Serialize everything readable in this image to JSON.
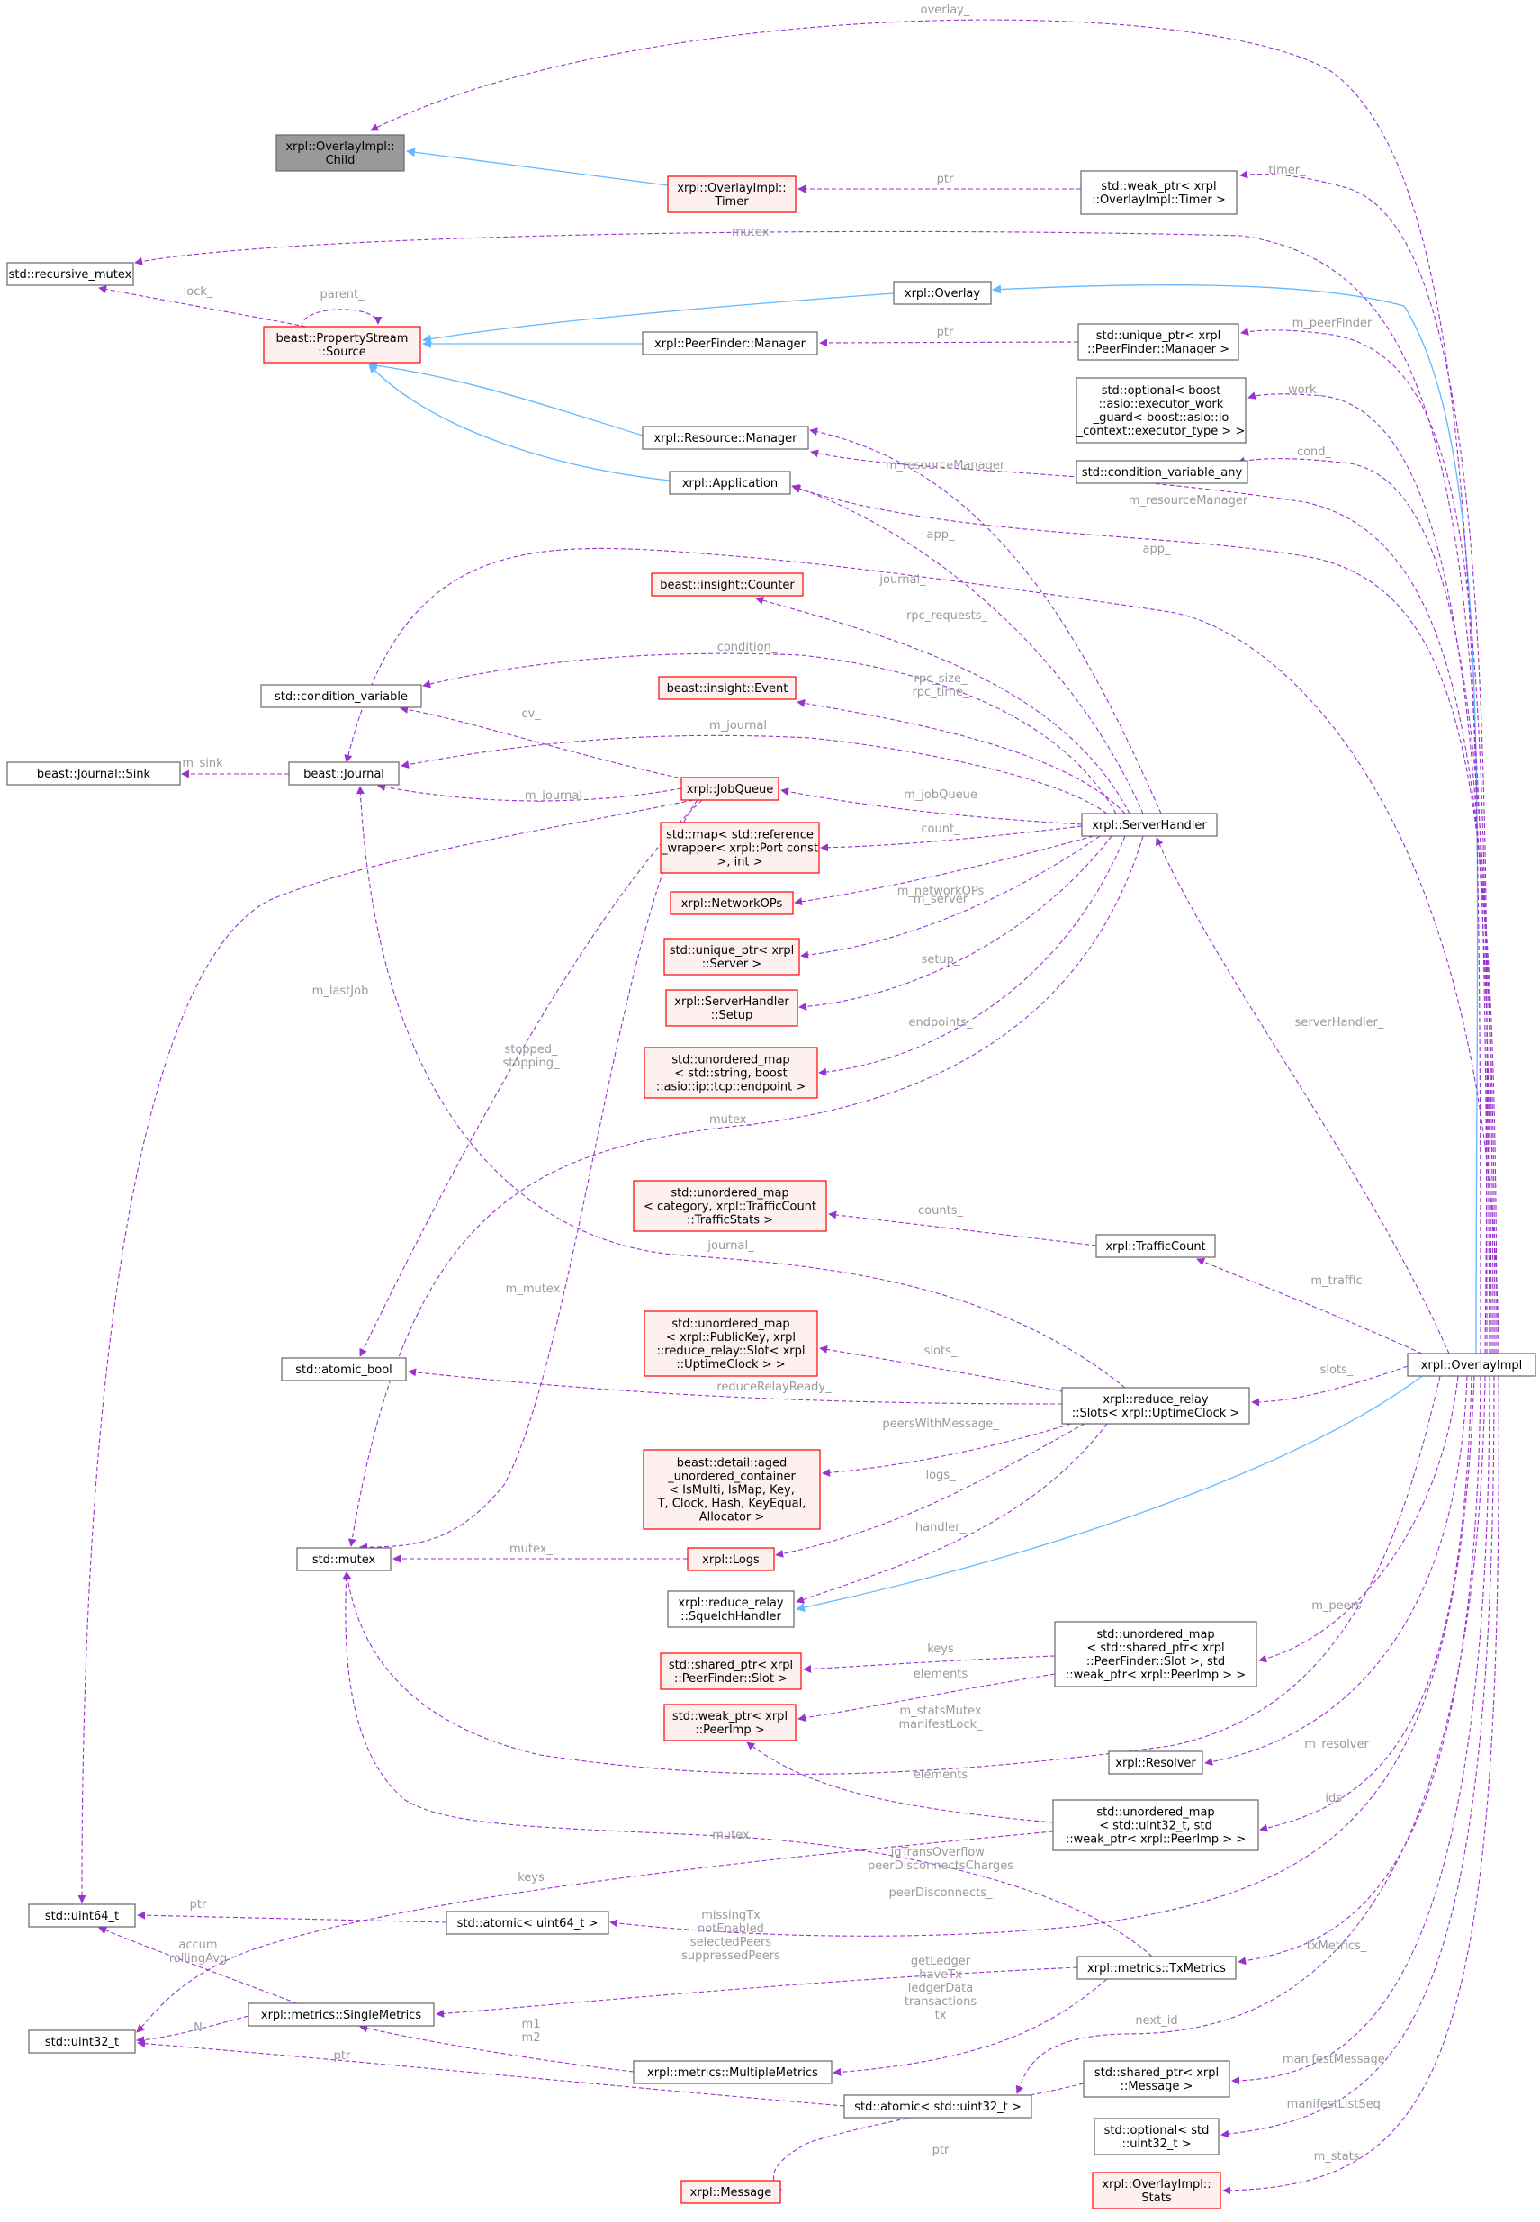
{
  "diagram": {
    "colors": {
      "usage_edge": "#9a32cd",
      "inherit_edge": "#63b8ff",
      "edge_label": "#9a9a9a",
      "node_border": "#666666",
      "node_fill": "#ffffff",
      "focus_fill": "#999999",
      "focus_border": "#666666",
      "incomplete_border": "#ff0000",
      "incomplete_fill": "#fff0f0"
    },
    "nodes": {
      "child": {
        "lines": [
          "xrpl::OverlayImpl::",
          "Child"
        ],
        "style": "focus"
      },
      "timer": {
        "lines": [
          "xrpl::OverlayImpl::",
          "Timer"
        ],
        "style": "incomplete"
      },
      "weak_timer": {
        "lines": [
          "std::weak_ptr< xrpl",
          "::OverlayImpl::Timer >"
        ],
        "style": "normal"
      },
      "recursive_mutex": {
        "lines": [
          "std::recursive_mutex"
        ],
        "style": "normal"
      },
      "overlay": {
        "lines": [
          "xrpl::Overlay"
        ],
        "style": "normal"
      },
      "property_stream": {
        "lines": [
          "beast::PropertyStream",
          "::Source"
        ],
        "style": "incomplete"
      },
      "peerfinder_manager": {
        "lines": [
          "xrpl::PeerFinder::Manager"
        ],
        "style": "normal"
      },
      "unique_peerfinder": {
        "lines": [
          "std::unique_ptr< xrpl",
          "::PeerFinder::Manager >"
        ],
        "style": "normal"
      },
      "optional_work": {
        "lines": [
          "std::optional< boost",
          "::asio::executor_work",
          "_guard< boost::asio::io",
          "_context::executor_type > >"
        ],
        "style": "normal"
      },
      "resource_manager": {
        "lines": [
          "xrpl::Resource::Manager"
        ],
        "style": "normal"
      },
      "condvar_any": {
        "lines": [
          "std::condition_variable_any"
        ],
        "style": "normal"
      },
      "application": {
        "lines": [
          "xrpl::Application"
        ],
        "style": "normal"
      },
      "insight_counter": {
        "lines": [
          "beast::insight::Counter"
        ],
        "style": "incomplete"
      },
      "condition_variable": {
        "lines": [
          "std::condition_variable"
        ],
        "style": "normal"
      },
      "insight_event": {
        "lines": [
          "beast::insight::Event"
        ],
        "style": "incomplete"
      },
      "journal_sink": {
        "lines": [
          "beast::Journal::Sink"
        ],
        "style": "normal"
      },
      "journal": {
        "lines": [
          "beast::Journal"
        ],
        "style": "normal"
      },
      "jobqueue": {
        "lines": [
          "xrpl::JobQueue"
        ],
        "style": "incomplete"
      },
      "serverhandler": {
        "lines": [
          "xrpl::ServerHandler"
        ],
        "style": "normal"
      },
      "map_port": {
        "lines": [
          "std::map< std::reference",
          "_wrapper< xrpl::Port const",
          ">, int >"
        ],
        "style": "incomplete"
      },
      "networkops": {
        "lines": [
          "xrpl::NetworkOPs"
        ],
        "style": "incomplete"
      },
      "unique_server": {
        "lines": [
          "std::unique_ptr< xrpl",
          "::Server >"
        ],
        "style": "incomplete"
      },
      "sh_setup": {
        "lines": [
          "xrpl::ServerHandler",
          "::Setup"
        ],
        "style": "incomplete"
      },
      "umap_endpoint": {
        "lines": [
          "std::unordered_map",
          "< std::string, boost",
          "::asio::ip::tcp::endpoint >"
        ],
        "style": "incomplete"
      },
      "umap_traffic": {
        "lines": [
          "std::unordered_map",
          "< category, xrpl::TrafficCount",
          "::TrafficStats >"
        ],
        "style": "incomplete"
      },
      "trafficcount": {
        "lines": [
          "xrpl::TrafficCount"
        ],
        "style": "normal"
      },
      "umap_slot": {
        "lines": [
          "std::unordered_map",
          "< xrpl::PublicKey, xrpl",
          "::reduce_relay::Slot< xrpl",
          "::UptimeClock > >"
        ],
        "style": "incomplete"
      },
      "atomic_bool": {
        "lines": [
          "std::atomic_bool"
        ],
        "style": "normal"
      },
      "slots": {
        "lines": [
          "xrpl::reduce_relay",
          "::Slots< xrpl::UptimeClock >"
        ],
        "style": "normal"
      },
      "overlayimpl": {
        "lines": [
          "xrpl::OverlayImpl"
        ],
        "style": "normal"
      },
      "aged_container": {
        "lines": [
          "beast::detail::aged",
          "_unordered_container",
          "< IsMulti, IsMap, Key,",
          "T, Clock, Hash, KeyEqual,",
          "Allocator >"
        ],
        "style": "incomplete"
      },
      "mutex": {
        "lines": [
          "std::mutex"
        ],
        "style": "normal"
      },
      "logs": {
        "lines": [
          "xrpl::Logs"
        ],
        "style": "incomplete"
      },
      "squelch_handler": {
        "lines": [
          "xrpl::reduce_relay",
          "::SquelchHandler"
        ],
        "style": "normal"
      },
      "shared_slot": {
        "lines": [
          "std::shared_ptr< xrpl",
          "::PeerFinder::Slot >"
        ],
        "style": "incomplete"
      },
      "umap_peers": {
        "lines": [
          "std::unordered_map",
          "< std::shared_ptr< xrpl",
          "::PeerFinder::Slot >, std",
          "::weak_ptr< xrpl::PeerImp > >"
        ],
        "style": "normal"
      },
      "weak_peerimp": {
        "lines": [
          "std::weak_ptr< xrpl",
          "::PeerImp >"
        ],
        "style": "incomplete"
      },
      "resolver": {
        "lines": [
          "xrpl::Resolver"
        ],
        "style": "normal"
      },
      "umap_ids": {
        "lines": [
          "std::unordered_map",
          "< std::uint32_t, std",
          "::weak_ptr< xrpl::PeerImp > >"
        ],
        "style": "normal"
      },
      "uint64": {
        "lines": [
          "std::uint64_t"
        ],
        "style": "normal"
      },
      "atomic_uint64": {
        "lines": [
          "std::atomic< uint64_t >"
        ],
        "style": "normal"
      },
      "txmetrics": {
        "lines": [
          "xrpl::metrics::TxMetrics"
        ],
        "style": "normal"
      },
      "uint32": {
        "lines": [
          "std::uint32_t"
        ],
        "style": "normal"
      },
      "singlemetrics": {
        "lines": [
          "xrpl::metrics::SingleMetrics"
        ],
        "style": "normal"
      },
      "multiplemetrics": {
        "lines": [
          "xrpl::metrics::MultipleMetrics"
        ],
        "style": "normal"
      },
      "shared_message": {
        "lines": [
          "std::shared_ptr< xrpl",
          "::Message >"
        ],
        "style": "normal"
      },
      "atomic_uint32": {
        "lines": [
          "std::atomic< std::uint32_t >"
        ],
        "style": "normal"
      },
      "optional_uint32": {
        "lines": [
          "std::optional< std",
          "::uint32_t >"
        ],
        "style": "normal"
      },
      "message": {
        "lines": [
          "xrpl::Message"
        ],
        "style": "incomplete"
      },
      "stats": {
        "lines": [
          "xrpl::OverlayImpl::",
          "Stats"
        ],
        "style": "incomplete"
      }
    },
    "edges": [
      {
        "id": "timer-child",
        "kind": "inherit",
        "label": []
      },
      {
        "id": "overlay-source",
        "kind": "inherit",
        "label": []
      },
      {
        "id": "pfm-source",
        "kind": "inherit",
        "label": []
      },
      {
        "id": "rm-source",
        "kind": "inherit",
        "label": []
      },
      {
        "id": "app-source",
        "kind": "inherit",
        "label": []
      },
      {
        "id": "oi-overlay",
        "kind": "inherit",
        "label": []
      },
      {
        "id": "oi-squelch",
        "kind": "inherit",
        "label": []
      },
      {
        "id": "oi-child",
        "kind": "usage",
        "label": [
          "overlay_"
        ]
      },
      {
        "id": "weaktimer-timer",
        "kind": "usage",
        "label": [
          "ptr"
        ]
      },
      {
        "id": "oi-weaktimer",
        "kind": "usage",
        "label": [
          "timer_"
        ]
      },
      {
        "id": "oi-recmutex",
        "kind": "usage",
        "label": [
          "mutex_"
        ]
      },
      {
        "id": "source-recmutex",
        "kind": "usage",
        "label": [
          "lock_"
        ]
      },
      {
        "id": "source-self",
        "kind": "usage",
        "label": [
          "parent_"
        ]
      },
      {
        "id": "uniquepf-pfm",
        "kind": "usage",
        "label": [
          "ptr"
        ]
      },
      {
        "id": "oi-uniquepf",
        "kind": "usage",
        "label": [
          "m_peerFinder"
        ]
      },
      {
        "id": "oi-optwork",
        "kind": "usage",
        "label": [
          "work_"
        ]
      },
      {
        "id": "oi-condany",
        "kind": "usage",
        "label": [
          "cond_"
        ]
      },
      {
        "id": "sh-rm",
        "kind": "usage",
        "label": [
          "m_resourceManager"
        ]
      },
      {
        "id": "oi-rm",
        "kind": "usage",
        "label": [
          "m_resourceManager"
        ]
      },
      {
        "id": "sh-app",
        "kind": "usage",
        "label": [
          "app_"
        ]
      },
      {
        "id": "oi-app",
        "kind": "usage",
        "label": [
          "app_"
        ]
      },
      {
        "id": "oi-journal",
        "kind": "usage",
        "label": [
          "journal_"
        ]
      },
      {
        "id": "sh-counter",
        "kind": "usage",
        "label": [
          "rpc_requests_"
        ]
      },
      {
        "id": "sh-condvar",
        "kind": "usage",
        "label": [
          "condition_"
        ]
      },
      {
        "id": "sh-event",
        "kind": "usage",
        "label": [
          "rpc_size_",
          "rpc_time_"
        ]
      },
      {
        "id": "sh-journal",
        "kind": "usage",
        "label": [
          "m_journal"
        ]
      },
      {
        "id": "jq-condvar",
        "kind": "usage",
        "label": [
          "cv_"
        ]
      },
      {
        "id": "journal-sink",
        "kind": "usage",
        "label": [
          "m_sink"
        ]
      },
      {
        "id": "jq-journal",
        "kind": "usage",
        "label": [
          "m_journal"
        ]
      },
      {
        "id": "sh-jq",
        "kind": "usage",
        "label": [
          "m_jobQueue"
        ]
      },
      {
        "id": "sh-mapport",
        "kind": "usage",
        "label": [
          "count_"
        ]
      },
      {
        "id": "sh-netops",
        "kind": "usage",
        "label": [
          "m_networkOPs"
        ]
      },
      {
        "id": "sh-server",
        "kind": "usage",
        "label": [
          "m_server"
        ]
      },
      {
        "id": "sh-setup",
        "kind": "usage",
        "label": [
          "setup_"
        ]
      },
      {
        "id": "sh-endpoints",
        "kind": "usage",
        "label": [
          "endpoints_"
        ]
      },
      {
        "id": "oi-sh",
        "kind": "usage",
        "label": [
          "serverHandler_"
        ]
      },
      {
        "id": "jq-uint64",
        "kind": "usage",
        "label": [
          "m_lastJob"
        ]
      },
      {
        "id": "jq-atomicbool",
        "kind": "usage",
        "label": [
          "stopped_",
          "stopping_"
        ]
      },
      {
        "id": "sh-mutex",
        "kind": "usage",
        "label": [
          "mutex_"
        ]
      },
      {
        "id": "jq-mutex",
        "kind": "usage",
        "label": [
          "m_mutex"
        ]
      },
      {
        "id": "tc-umaptraffic",
        "kind": "usage",
        "label": [
          "counts_"
        ]
      },
      {
        "id": "oi-tc",
        "kind": "usage",
        "label": [
          "m_traffic"
        ]
      },
      {
        "id": "slots-journal",
        "kind": "usage",
        "label": [
          "journal_"
        ]
      },
      {
        "id": "slots-umapslot",
        "kind": "usage",
        "label": [
          "slots_"
        ]
      },
      {
        "id": "slots-atomicbool",
        "kind": "usage",
        "label": [
          "reduceRelayReady_"
        ]
      },
      {
        "id": "oi-slots",
        "kind": "usage",
        "label": [
          "slots_"
        ]
      },
      {
        "id": "slots-aged",
        "kind": "usage",
        "label": [
          "peersWithMessage_"
        ]
      },
      {
        "id": "slots-logs",
        "kind": "usage",
        "label": [
          "logs_"
        ]
      },
      {
        "id": "slots-squelch",
        "kind": "usage",
        "label": [
          "handler_"
        ]
      },
      {
        "id": "logs-mutex",
        "kind": "usage",
        "label": [
          "mutex_"
        ]
      },
      {
        "id": "umappeers-sharedslot",
        "kind": "usage",
        "label": [
          "keys"
        ]
      },
      {
        "id": "umappeers-weakpeer",
        "kind": "usage",
        "label": [
          "elements"
        ]
      },
      {
        "id": "oi-umappeers",
        "kind": "usage",
        "label": [
          "m_peers"
        ]
      },
      {
        "id": "oi-mutex",
        "kind": "usage",
        "label": [
          "m_statsMutex",
          "manifestLock_"
        ]
      },
      {
        "id": "oi-resolver",
        "kind": "usage",
        "label": [
          "m_resolver"
        ]
      },
      {
        "id": "umapids-weakpeer",
        "kind": "usage",
        "label": [
          "elements"
        ]
      },
      {
        "id": "oi-umapids",
        "kind": "usage",
        "label": [
          "ids_"
        ]
      },
      {
        "id": "umapids-uint32",
        "kind": "usage",
        "label": [
          "keys"
        ]
      },
      {
        "id": "txm-mutex",
        "kind": "usage",
        "label": [
          "mutex"
        ]
      },
      {
        "id": "atomicu64-uint64",
        "kind": "usage",
        "label": [
          "ptr"
        ]
      },
      {
        "id": "oi-atomicu64",
        "kind": "usage",
        "label": [
          "jqTransOverflow_",
          "peerDisconnectsCharges",
          "_",
          "peerDisconnects_"
        ]
      },
      {
        "id": "sm-uint64",
        "kind": "usage",
        "label": [
          "accum",
          "rollingAvg"
        ]
      },
      {
        "id": "txm-sm",
        "kind": "usage",
        "label": [
          "missingTx",
          "notEnabled",
          "selectedPeers",
          "suppressedPeers"
        ]
      },
      {
        "id": "oi-txm",
        "kind": "usage",
        "label": [
          "txMetrics_"
        ]
      },
      {
        "id": "txm-mm",
        "kind": "usage",
        "label": [
          "getLedger",
          "haveTx",
          "ledgerData",
          "transactions",
          "tx"
        ]
      },
      {
        "id": "sm-uint32",
        "kind": "usage",
        "label": [
          "N"
        ]
      },
      {
        "id": "mm-sm",
        "kind": "usage",
        "label": [
          "m1",
          "m2"
        ]
      },
      {
        "id": "oi-atomicu32",
        "kind": "usage",
        "label": [
          "next_id"
        ]
      },
      {
        "id": "atomicu32-uint32",
        "kind": "usage",
        "label": [
          "ptr"
        ]
      },
      {
        "id": "oi-sharedmsg",
        "kind": "usage",
        "label": [
          "manifestMessage_"
        ]
      },
      {
        "id": "sharedmsg-msg",
        "kind": "usage",
        "label": [
          "ptr"
        ]
      },
      {
        "id": "oi-optu32",
        "kind": "usage",
        "label": [
          "manifestListSeq_"
        ]
      },
      {
        "id": "oi-stats",
        "kind": "usage",
        "label": [
          "m_stats"
        ]
      }
    ]
  }
}
